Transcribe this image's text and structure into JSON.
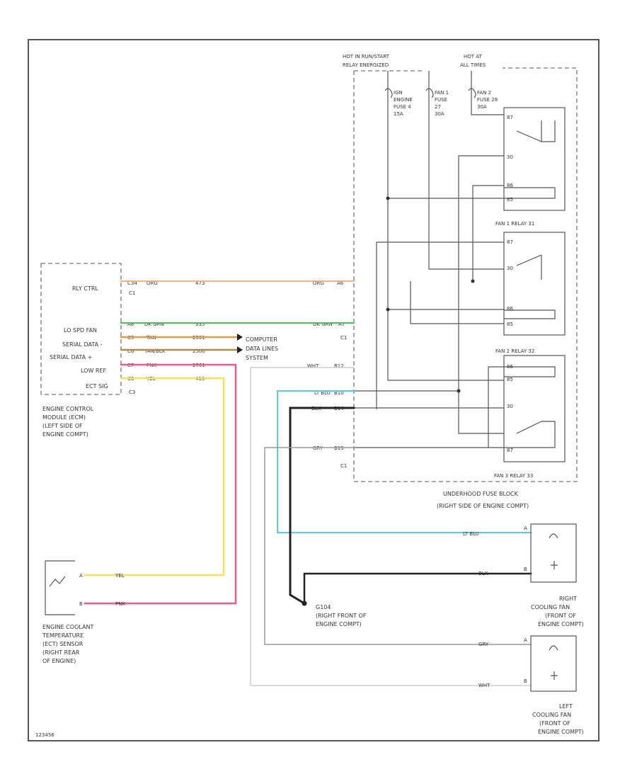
{
  "ecm": {
    "pins": [
      {
        "label": "RLY CTRL",
        "pin": "C34",
        "color": "ORG"
      },
      {
        "label": "LO SPD FAN",
        "pin": "A8",
        "color": "DK GRN"
      },
      {
        "label": "SERIAL DATA -",
        "pin": "C5",
        "color": "TAN"
      },
      {
        "label": "SERIAL DATA +",
        "pin": "C6",
        "color": "TAN/BLK"
      },
      {
        "label": "LOW REF",
        "pin": "C7",
        "color": "PNK"
      },
      {
        "label": "ECT SIG",
        "pin": "C8",
        "color": "YEL"
      }
    ],
    "connector_1": "C1",
    "connector_2": "C3",
    "caption": [
      "ENGINE CONTROL",
      "MODULE (ECM)",
      "(LEFT SIDE OF",
      "ENGINE COMPT)"
    ]
  },
  "circuits": {
    "c1": "473",
    "c2": "335",
    "c3": "2501",
    "c4": "2500",
    "c5": "2761",
    "c6": "410"
  },
  "data_link": [
    "COMPUTER",
    "DATA LINES",
    "SYSTEM"
  ],
  "fuse_block": {
    "hot_run": [
      "HOT IN RUN/START",
      "RELAY ENERGIZED"
    ],
    "hot_all": [
      "HOT AT",
      "ALL TIMES"
    ],
    "fuse1": [
      "IGN",
      "ENGINE",
      "FUSE 4",
      "15A"
    ],
    "fuse2": [
      "FAN 1",
      "FUSE",
      "27",
      "30A"
    ],
    "fuse3": [
      "FAN 2",
      "FUSE 28",
      "30A"
    ],
    "relay1_label": "FAN 1 RELAY 31",
    "relay2_label": "FAN 2 RELAY 32",
    "relay3_label": "FAN 3 RELAY 33",
    "caption": [
      "UNDERHOOD FUSE BLOCK",
      "(RIGHT SIDE OF ENGINE COMPT)"
    ],
    "conn_left": [
      "ORG",
      "A6",
      "DK GRN",
      "A7",
      "WHT",
      "B12",
      "LT BLU",
      "B10",
      "BLK",
      "B14",
      "GRY",
      "B15"
    ],
    "conn_id": "C1",
    "relay_pins": [
      "87",
      "30",
      "86",
      "85",
      "87",
      "30",
      "86",
      "85",
      "86",
      "85",
      "30",
      "87"
    ],
    "ref_blk": "BLK"
  },
  "ect": {
    "pins": [
      "A",
      "B"
    ],
    "wires": [
      "YEL",
      "PNK"
    ],
    "caption": [
      "ENGINE COOLANT",
      "TEMPERATURE",
      "(ECT) SENSOR",
      "(RIGHT REAR",
      "OF ENGINE)"
    ]
  },
  "ground": {
    "id": "G104",
    "caption": [
      "G104",
      "(RIGHT FRONT OF",
      "ENGINE COMPT)"
    ]
  },
  "right_fan": {
    "wires": [
      "LT BLU",
      "BLK"
    ],
    "pins": [
      "A",
      "B"
    ],
    "caption": [
      "RIGHT",
      "COOLING FAN",
      "(FRONT OF",
      "ENGINE COMPT)"
    ]
  },
  "left_fan": {
    "wires": [
      "GRY",
      "WHT"
    ],
    "pins": [
      "A",
      "B"
    ],
    "caption": [
      "LEFT",
      "COOLING FAN",
      "(FRONT OF",
      "ENGINE COMPT)"
    ]
  },
  "footer_id": "123456",
  "colors": {
    "orange": "#f6a57a",
    "green": "#4cc05a",
    "tan": "#d9a048",
    "tanblk": "#b48a4a",
    "pink": "#f05a8c",
    "yellow": "#f2e45a",
    "ltblue": "#58cfe0",
    "black": "#222222",
    "gray": "#9a9a9a",
    "white": "#cfcfcf"
  }
}
